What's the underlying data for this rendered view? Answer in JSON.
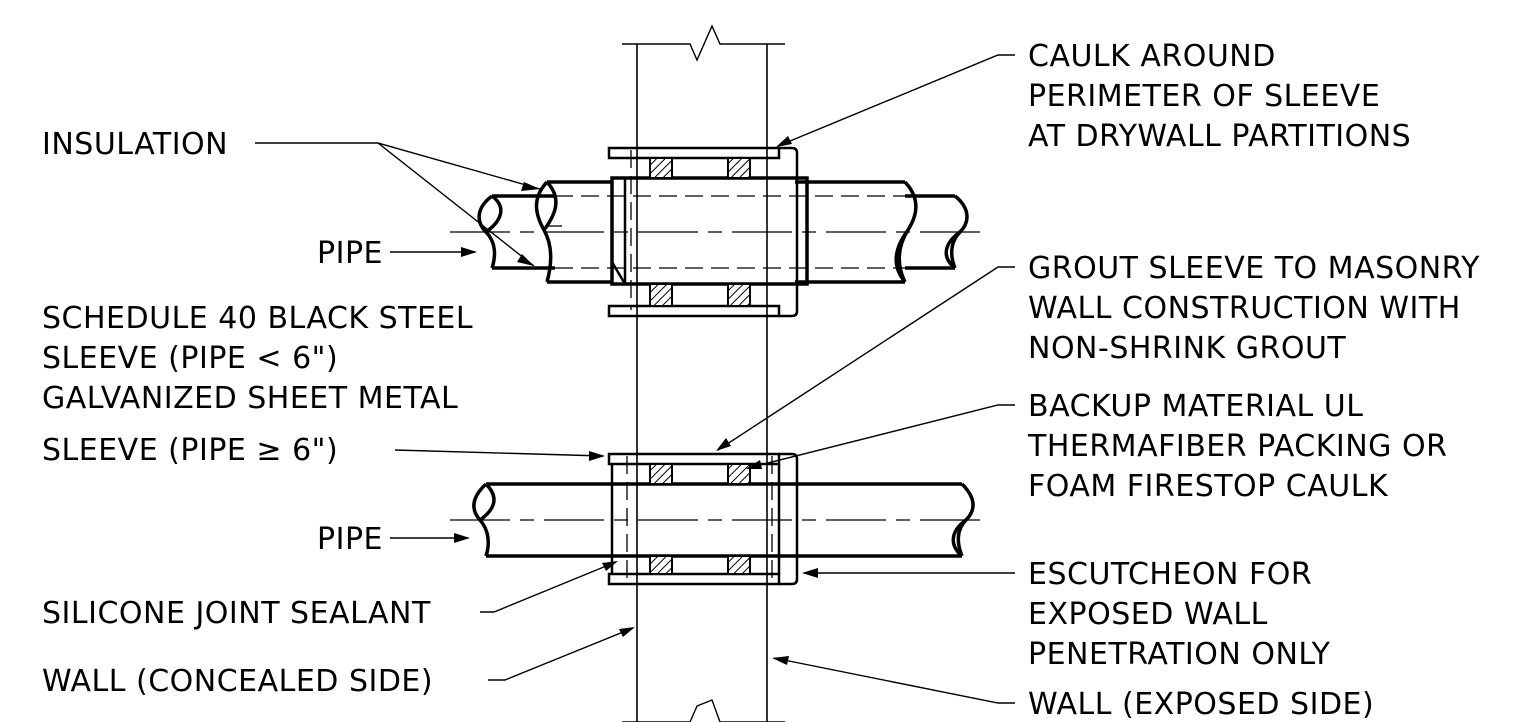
{
  "labels": {
    "insulation": "INSULATION",
    "pipe_upper": "PIPE",
    "sleeve_steel_1": "SCHEDULE 40 BLACK STEEL",
    "sleeve_steel_2": "SLEEVE (PIPE < 6\")",
    "sleeve_galv_1": "GALVANIZED SHEET METAL",
    "sleeve_galv_2": "SLEEVE (PIPE ≥ 6\")",
    "pipe_lower": "PIPE",
    "silicone": "SILICONE JOINT SEALANT",
    "wall_concealed": "WALL (CONCEALED SIDE)",
    "caulk_1": "CAULK AROUND",
    "caulk_2": "PERIMETER OF SLEEVE",
    "caulk_3": "AT DRYWALL PARTITIONS",
    "grout_1": "GROUT SLEEVE TO MASONRY",
    "grout_2": "WALL CONSTRUCTION WITH",
    "grout_3": "NON-SHRINK GROUT",
    "backup_1": "BACKUP MATERIAL UL",
    "backup_2": "THERMAFIBER PACKING OR",
    "backup_3": "FOAM FIRESTOP CAULK",
    "escutcheon_1": "ESCUTCHEON FOR",
    "escutcheon_2": "EXPOSED WALL",
    "escutcheon_3": "PENETRATION ONLY",
    "wall_exposed": "WALL (EXPOSED SIDE)"
  }
}
